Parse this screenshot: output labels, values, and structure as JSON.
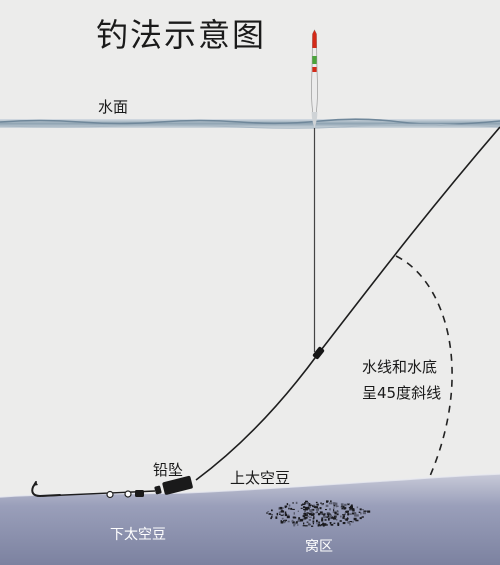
{
  "title": "钓法示意图",
  "labels": {
    "water_surface": "水面",
    "angle_line1": "水线和水底",
    "angle_line2": "呈45度斜线",
    "sinker": "铅坠",
    "upper_bait": "上太空豆",
    "lower_bait": "下太空豆",
    "bait_nest": "窝区"
  },
  "colors": {
    "background": "#ececeb",
    "water_surface": "#7e95a6",
    "bottom": "#8288a6",
    "line": "#1e1e1e",
    "float_tip_red": "#d42a18",
    "float_band_green": "#4aa53a"
  }
}
